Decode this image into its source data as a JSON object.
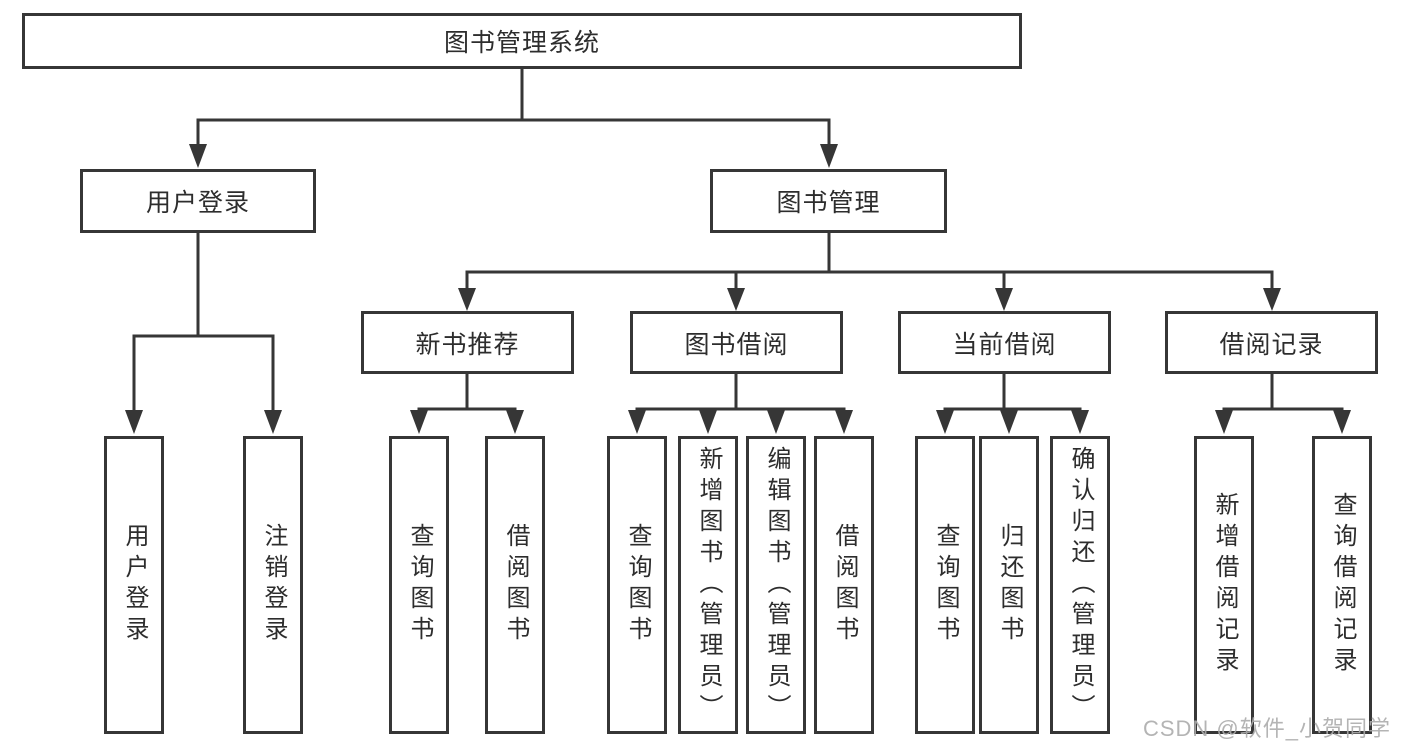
{
  "diagram_title": "图书管理系统",
  "tree": {
    "label": "图书管理系统",
    "children": [
      {
        "label": "用户登录",
        "children": [
          {
            "label": "用户登录"
          },
          {
            "label": "注销登录"
          }
        ]
      },
      {
        "label": "图书管理",
        "children": [
          {
            "label": "新书推荐",
            "children": [
              {
                "label": "查询图书"
              },
              {
                "label": "借阅图书"
              }
            ]
          },
          {
            "label": "图书借阅",
            "children": [
              {
                "label": "查询图书"
              },
              {
                "label": "新增图书（管理员）"
              },
              {
                "label": "编辑图书（管理员）"
              },
              {
                "label": "借阅图书"
              }
            ]
          },
          {
            "label": "当前借阅",
            "children": [
              {
                "label": "查询图书"
              },
              {
                "label": "归还图书"
              },
              {
                "label": "确认归还（管理员）"
              }
            ]
          },
          {
            "label": "借阅记录",
            "children": [
              {
                "label": "新增借阅记录"
              },
              {
                "label": "查询借阅记录"
              }
            ]
          }
        ]
      }
    ]
  },
  "watermark": {
    "text": "CSDN @软件_小贺同学",
    "color": "#acacac"
  },
  "colors": {
    "line": "#363636",
    "text": "#2d2d2d",
    "background": "#ffffff"
  }
}
